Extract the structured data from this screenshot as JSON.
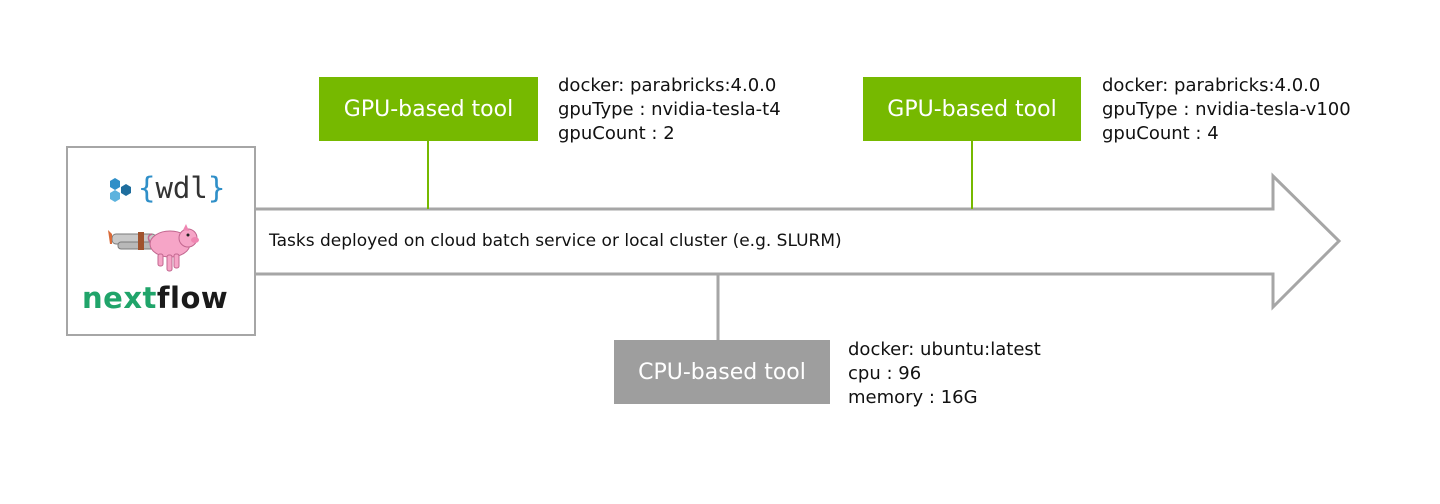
{
  "arrow": {
    "label": "Tasks deployed on cloud batch service or local cluster (e.g. SLURM)"
  },
  "logos": {
    "wdl_text": "wdl",
    "wdl_open_brace": "{",
    "wdl_close_brace": "}",
    "nextflow_part1": "next",
    "nextflow_part2": "flow"
  },
  "tools": [
    {
      "label": "GPU-based tool",
      "type": "gpu",
      "specs": [
        "docker: parabricks:4.0.0",
        "gpuType : nvidia-tesla-t4",
        "gpuCount : 2"
      ]
    },
    {
      "label": "GPU-based tool",
      "type": "gpu",
      "specs": [
        "docker: parabricks:4.0.0",
        "gpuType : nvidia-tesla-v100",
        "gpuCount : 4"
      ]
    },
    {
      "label": "CPU-based tool",
      "type": "cpu",
      "specs": [
        "docker: ubuntu:latest",
        "cpu : 96",
        "memory : 16G"
      ]
    }
  ],
  "colors": {
    "gpu": "#76b900",
    "cpu": "#9e9e9e",
    "outline": "#a6a6a6",
    "nextflow_green": "#20a46a",
    "wdl_blue": "#2f8fc8"
  }
}
